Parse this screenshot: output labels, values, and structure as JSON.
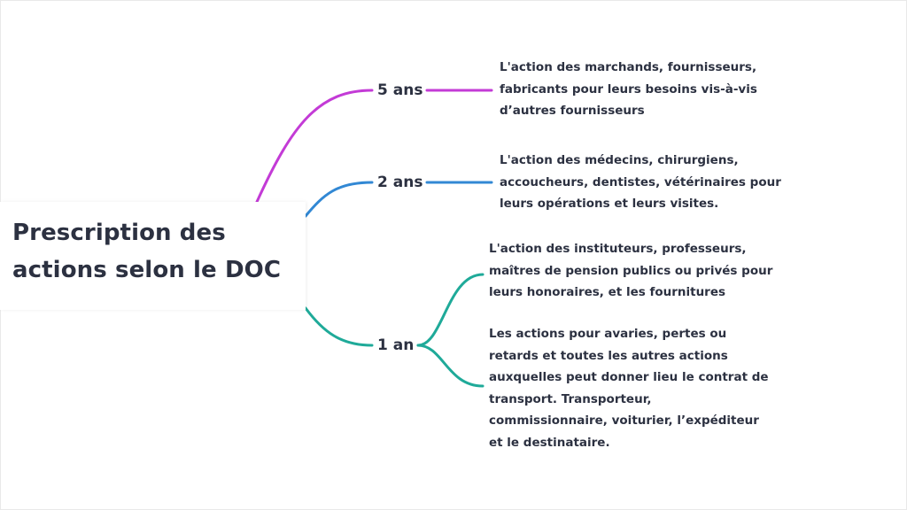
{
  "root": {
    "lines": [
      "Prescription des",
      "actions selon le DOC"
    ]
  },
  "branches": [
    {
      "label": "5 ans",
      "color": "#c33bd6",
      "leaves": [
        {
          "lines": [
            "L'action  des marchands, fournisseurs,",
            "fabricants pour leurs besoins vis-à-vis",
            "d’autres fournisseurs"
          ]
        }
      ]
    },
    {
      "label": "2 ans",
      "color": "#3288d4",
      "leaves": [
        {
          "lines": [
            "L'action des médecins, chirurgiens,",
            "accoucheurs, dentistes, vétérinaires pour",
            "leurs opérations et leurs visites."
          ]
        }
      ]
    },
    {
      "label": "1 an",
      "color": "#1faa99",
      "leaves": [
        {
          "lines": [
            "L'action des instituteurs, professeurs,",
            "maîtres de pension publics ou privés pour",
            "leurs honoraires, et les fournitures"
          ]
        },
        {
          "lines": [
            "Les actions pour avaries, pertes ou",
            "retards et toutes les autres actions",
            "auxquelles peut donner lieu le contrat de",
            "transport. Transporteur,",
            "commissionnaire, voiturier, l’expéditeur",
            "et le destinataire."
          ]
        }
      ]
    }
  ]
}
